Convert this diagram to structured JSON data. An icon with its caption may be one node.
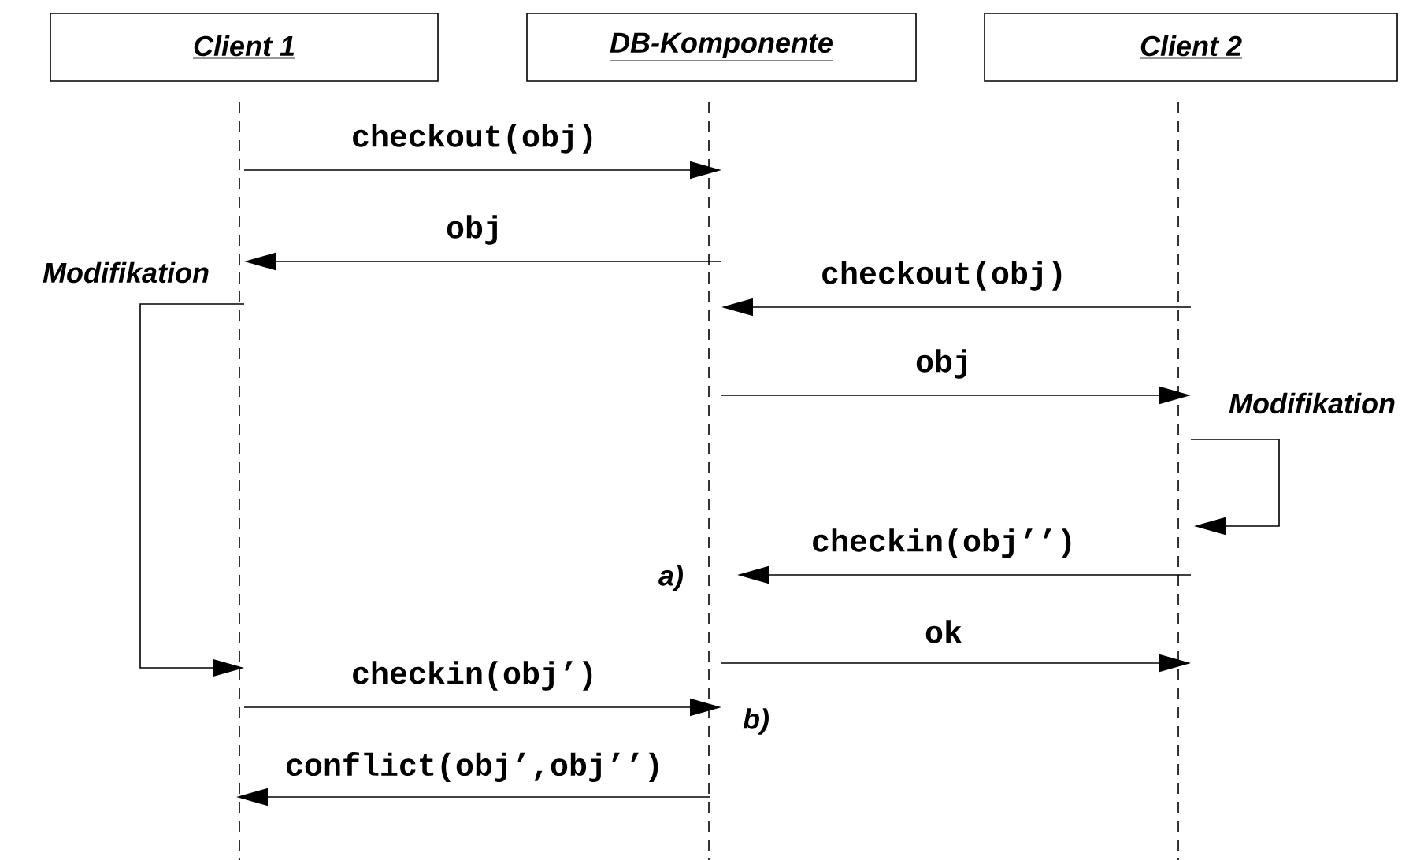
{
  "diagram": {
    "nodes": [
      {
        "text": [
          "Client 1"
        ]
      },
      {
        "text": [
          "DB-Komponente"
        ]
      },
      {
        "text": [
          "Client 2"
        ]
      }
    ],
    "edges": [
      {
        "from": 0,
        "to": 1,
        "arrow": "to",
        "label": "checkout(obj)"
      },
      {
        "from": 1,
        "to": 0,
        "arrow": "to",
        "label": "obj"
      },
      {
        "from": 0,
        "to": 0,
        "arrow": "to",
        "label": "Modifikation"
      },
      {
        "from": 2,
        "to": 1,
        "arrow": "to",
        "label": "checkout(obj)"
      },
      {
        "from": 1,
        "to": 2,
        "arrow": "to",
        "label": "obj"
      },
      {
        "from": 2,
        "to": 2,
        "arrow": "to",
        "label": "Modifikation"
      },
      {
        "from": 2,
        "to": 1,
        "arrow": "to",
        "label": "checkin(obj’’)"
      },
      {
        "from": 1,
        "to": 2,
        "arrow": "to",
        "label": "ok"
      },
      {
        "from": 0,
        "to": 1,
        "arrow": "to",
        "label": "checkin(obj’)"
      },
      {
        "from": 1,
        "to": 0,
        "arrow": "to",
        "label": "conflict(obj’,obj’’)"
      }
    ],
    "labels": [
      "a)",
      "b)"
    ]
  }
}
